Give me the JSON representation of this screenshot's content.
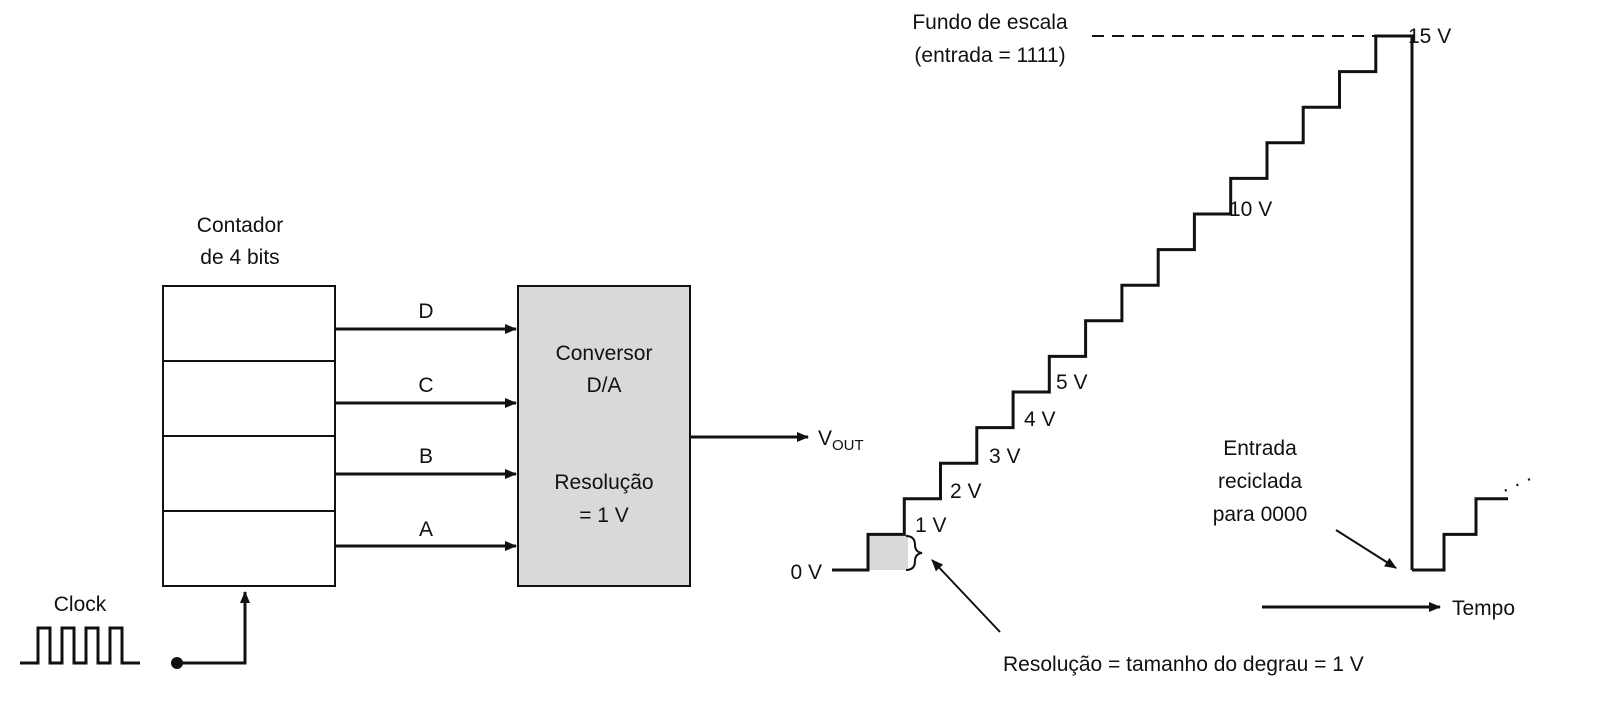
{
  "counter": {
    "title_line1": "Contador",
    "title_line2": "de 4 bits"
  },
  "clock": {
    "label": "Clock"
  },
  "bits": [
    {
      "name": "D"
    },
    {
      "name": "C"
    },
    {
      "name": "B"
    },
    {
      "name": "A"
    }
  ],
  "dac": {
    "title_line1": "Conversor",
    "title_line2": "D/A",
    "res_line1": "Resolução",
    "res_line2": "= 1 V",
    "fill_color": "#d9d9d9"
  },
  "output": {
    "label_main": "V",
    "label_sub": "OUT"
  },
  "staircase": {
    "steps": 16,
    "step_volts": 1,
    "full_scale_volts": 15,
    "full_scale_label_line1": "Fundo de escala",
    "full_scale_label_line2": "(entrada = 1111)",
    "level_labels": [
      "0 V",
      "1 V",
      "2 V",
      "3 V",
      "4 V",
      "5 V",
      "10 V",
      "15 V"
    ],
    "reset_label_line1": "Entrada",
    "reset_label_line2": "reciclada",
    "reset_label_line3": "para 0000",
    "resolution_note": "Resolução = tamanho do degrau = 1 V",
    "time_label": "Tempo",
    "continuation": "· · ·",
    "highlight_color": "#d9d9d9"
  }
}
